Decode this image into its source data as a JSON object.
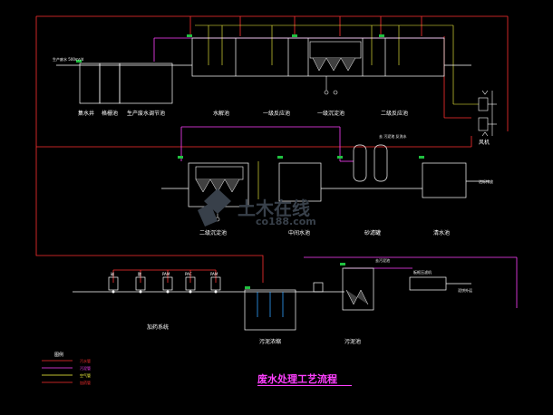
{
  "title": "废水处理工艺流程",
  "units": {
    "production_wastewater_inlet": "生产废水 500m³/d",
    "collection_well": "集水井",
    "grid_channel": "格栅池",
    "regulating_tank": "生产废水调节池",
    "hydrolysis_tank": "水解池",
    "primary_reaction_tank": "一级反应池",
    "primary_settling_tank": "一级沉淀池",
    "secondary_reaction_tank": "二级反应池",
    "secondary_settling_tank": "二级沉淀池",
    "intermediate_tank": "中间水池",
    "sand_filter": "砂滤罐",
    "clear_water_tank": "清水池",
    "dosing_system": "加药系统",
    "sludge_tank": "污泥池",
    "sludge_thickener": "污泥浓缩",
    "blower": "风机"
  },
  "small_notes": {
    "filter_backwash": "去 污泥池 反洗水",
    "to_sludge": "去污泥池",
    "outlet": "达标排放",
    "plate_press": "板框压滤机",
    "press_note": "泥饼外运"
  },
  "dosing_tags": [
    "碱",
    "酸",
    "PAM",
    "PAC",
    "PAM"
  ],
  "legend": {
    "title": "图例",
    "items": [
      {
        "label": "污水管",
        "color": "#ff3030"
      },
      {
        "label": "污泥管",
        "color": "#ff40ff"
      },
      {
        "label": "空气管",
        "color": "#ffff40"
      },
      {
        "label": "加药管",
        "color": "#ff3030"
      }
    ]
  },
  "watermark": {
    "line1": "土木在线",
    "line2": "co188.com"
  },
  "colors": {
    "sewage": "#ff3030",
    "sludge": "#ff40ff",
    "air": "#ffff40",
    "structure": "#ffffff",
    "water": "#30a0ff",
    "tag_green": "#20c040",
    "title": "#ff40ff"
  }
}
